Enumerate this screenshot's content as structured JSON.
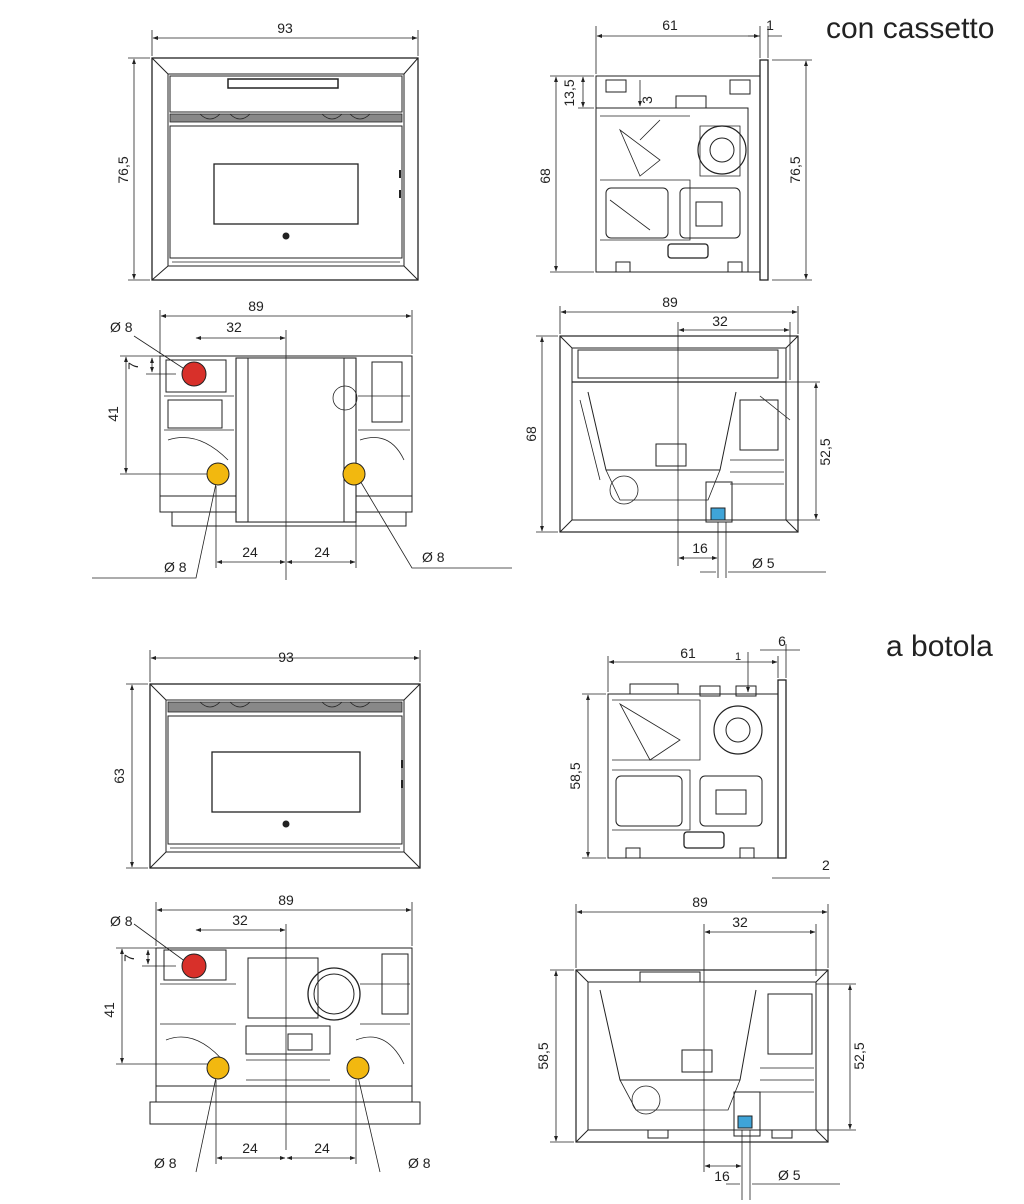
{
  "sections": {
    "top_title": "con cassetto",
    "bottom_title": "a botola"
  },
  "dims": {
    "a1_width": "93",
    "a1_height": "76,5",
    "b1_depth": "61",
    "b1_front": "1",
    "b1_top": "13,5",
    "b1_inner": "3",
    "b1_height": "68",
    "b1_total": "76,5",
    "c1_width": "89",
    "c1_offset": "32",
    "c1_hole_a": "Ø 8",
    "c1_gap": "7",
    "c1_height": "41",
    "c1_left": "24",
    "c1_right": "24",
    "c1_hole_b": "Ø 8",
    "c1_hole_c": "Ø 8",
    "d1_width": "89",
    "d1_offset": "32",
    "d1_height": "68",
    "d1_inner": "52,5",
    "d1_bottom": "16",
    "d1_hole": "Ø 5",
    "a2_width": "93",
    "a2_height": "63",
    "b2_depth": "61",
    "b2_flange": "6",
    "b2_front": "1",
    "b2_height": "58,5",
    "b2_bottom": "2",
    "c2_width": "89",
    "c2_offset": "32",
    "c2_hole_a": "Ø 8",
    "c2_gap": "7",
    "c2_height": "41",
    "c2_left": "24",
    "c2_right": "24",
    "c2_hole_b": "Ø 8",
    "c2_hole_c": "Ø 8",
    "d2_width": "89",
    "d2_offset": "32",
    "d2_height": "58,5",
    "d2_inner": "52,5",
    "d2_bottom": "16",
    "d2_hole": "Ø 5"
  },
  "colors": {
    "line": "#222222",
    "red_port": "#d8302a",
    "yellow_port": "#f2b80f",
    "blue_port": "#3fa4d8"
  }
}
